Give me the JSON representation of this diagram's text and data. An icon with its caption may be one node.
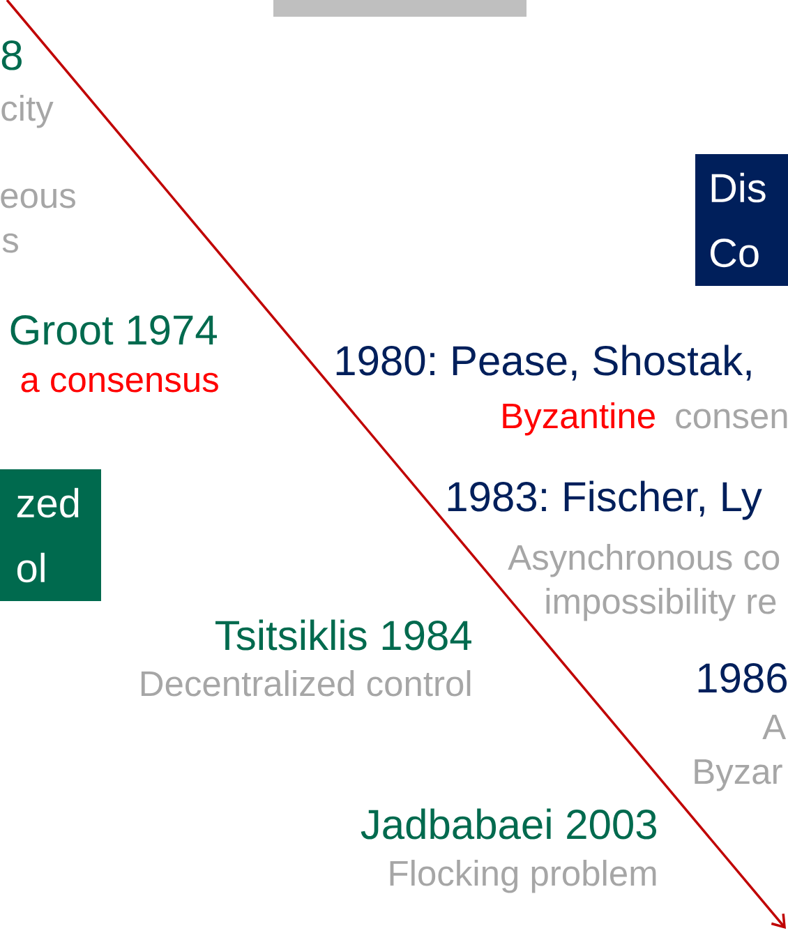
{
  "diagram": {
    "nodes": [
      {
        "text": [
          "zed ol"
        ]
      },
      {
        "text": [
          "Dis Co"
        ]
      },
      {
        "text": [],
        "shape": "bar"
      }
    ],
    "edges": [],
    "labels": [
      "8",
      "city",
      "eous",
      "s",
      "Groot 1974",
      "a consensus",
      "1980: Pease, Shostak,",
      "Byzantine",
      "consen",
      "1983: Fischer, Ly",
      "Asynchronous co",
      "impossibility re",
      "Tsitsiklis 1984",
      "Decentralized control",
      "1986",
      "A",
      "Byzar",
      "Jadbabaei 2003",
      "Flocking problem"
    ]
  }
}
